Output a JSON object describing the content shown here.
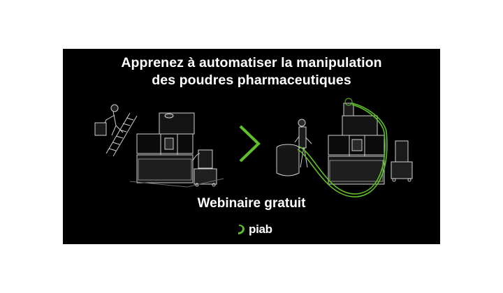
{
  "headline": {
    "line1": "Apprenez à automatiser la manipulation",
    "line2": "des poudres pharmaceutiques"
  },
  "subheadline": "Webinaire gratuit",
  "brand": {
    "name": "piab",
    "accent_color": "#5fbf2a"
  },
  "illustration": {
    "left_scene": "manual-powder-loading-machine",
    "arrow": "chevron-right-icon",
    "right_scene": "automated-vacuum-conveyor-machine"
  }
}
